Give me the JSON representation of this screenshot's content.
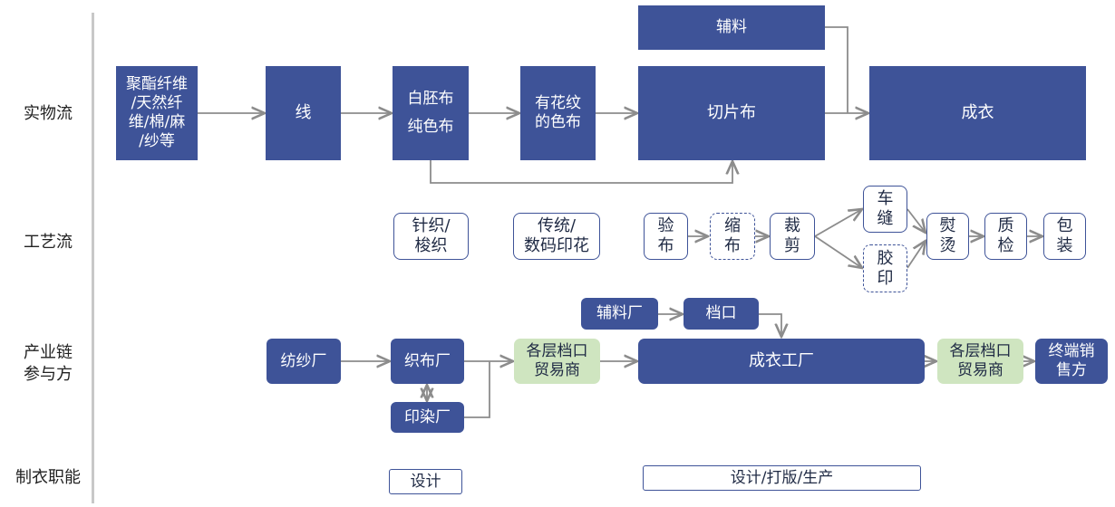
{
  "rows": [
    "实物流",
    "工艺流",
    "产业链\n参与方",
    "制衣职能"
  ],
  "physical": {
    "fiber": "聚酯纤维\n/天然纤\n维/棉/麻\n/纱等",
    "yarn": "线",
    "greige": "白胚布",
    "solid_color": "纯色布",
    "printed": "有花纹\n的色布",
    "cut": "切片布",
    "accessories": "辅料",
    "garment": "成衣"
  },
  "process": {
    "weave": "针织/\n梭织",
    "print": "传统/\n数码印花",
    "inspect": "验\n布",
    "shrink": "缩\n布",
    "cutting": "裁\n剪",
    "sewing": "车\n缝",
    "glue": "胶\n印",
    "ironing": "熨\n烫",
    "qc": "质\n检",
    "pack": "包\n装"
  },
  "chain": {
    "spinning": "纺纱厂",
    "weaving": "织布厂",
    "dyeing": "印染厂",
    "traders1": "各层档口\n贸易商",
    "acc_factory": "辅料厂",
    "stall": "档口",
    "garment_factory": "成衣工厂",
    "traders2": "各层档口\n贸易商",
    "retail": "终端销\n售方"
  },
  "functions": {
    "design": "设计",
    "design_full": "设计/打版/生产"
  },
  "colors": {
    "navy": "#3e5398",
    "green": "#cfe5c0",
    "arrow": "#8c8c8c"
  }
}
